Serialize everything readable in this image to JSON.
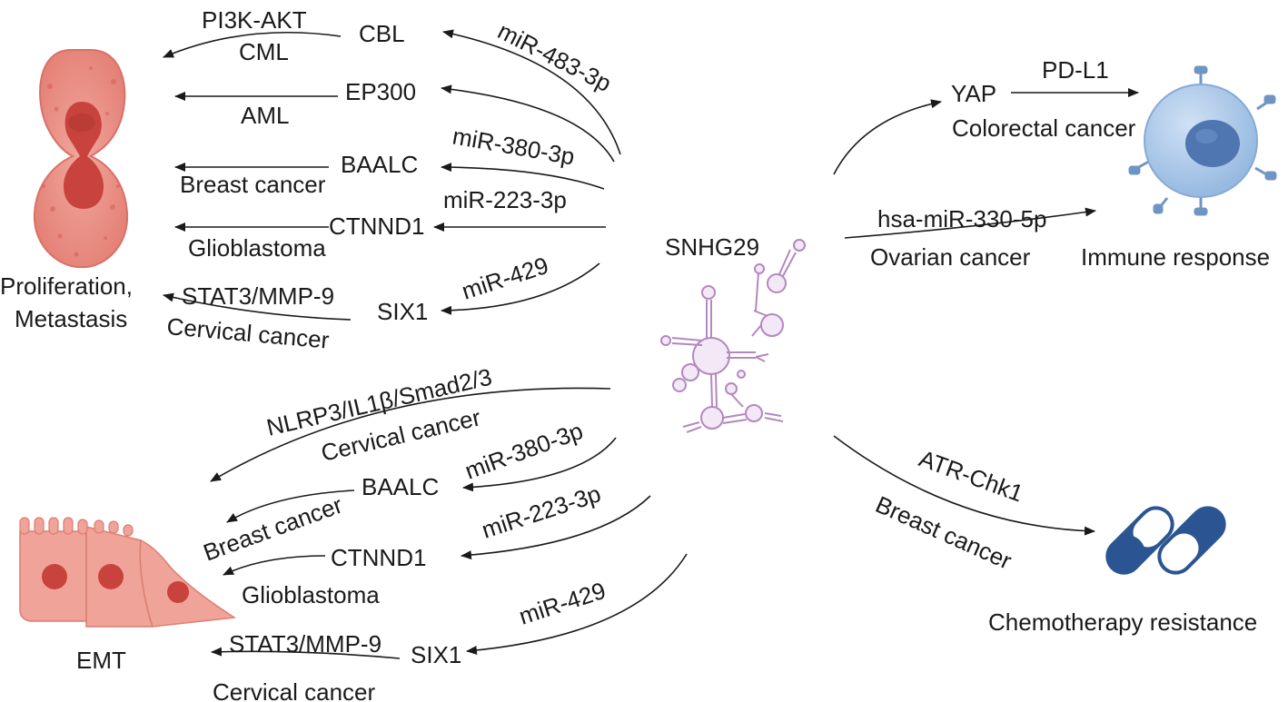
{
  "center": {
    "label": "SNHG29"
  },
  "outcomes": {
    "proliferation": "Proliferation,",
    "metastasis": "Metastasis",
    "emt": "EMT",
    "immune": "Immune response",
    "chemo": "Chemotherapy resistance"
  },
  "prolif_branch": {
    "cbl": {
      "gene": "CBL",
      "pathway": "PI3K-AKT",
      "cancer": "CML",
      "mirna": "miR-483-3p"
    },
    "ep300": {
      "gene": "EP300",
      "cancer": "AML"
    },
    "baalc": {
      "gene": "BAALC",
      "cancer": "Breast cancer",
      "mirna": "miR-380-3p"
    },
    "ctnnd1": {
      "gene": "CTNND1",
      "cancer": "Glioblastoma",
      "mirna": "miR-223-3p"
    },
    "six1": {
      "gene": "SIX1",
      "pathway": "STAT3/MMP-9",
      "cancer": "Cervical cancer",
      "mirna": "miR-429"
    }
  },
  "emt_branch": {
    "nlrp3": {
      "pathway": "NLRP3/IL1β/Smad2/3",
      "cancer": "Cervical cancer"
    },
    "baalc": {
      "gene": "BAALC",
      "cancer": "Breast cancer",
      "mirna": "miR-380-3p"
    },
    "ctnnd1": {
      "gene": "CTNND1",
      "cancer": "Glioblastoma",
      "mirna": "miR-223-3p"
    },
    "six1": {
      "gene": "SIX1",
      "pathway": "STAT3/MMP-9",
      "cancer": "Cervical cancer",
      "mirna": "miR-429"
    }
  },
  "immune_branch": {
    "yap": "YAP",
    "pdl1": "PD-L1",
    "colorectal": "Colorectal cancer",
    "mirna": "hsa-miR-330-5p",
    "ovarian": "Ovarian cancer"
  },
  "chemo_branch": {
    "pathway": "ATR-Chk1",
    "cancer": "Breast cancer"
  },
  "colors": {
    "cell_red": "#e8877c",
    "cell_nucleus": "#c8433d",
    "immune_cell": "#a9c8ea",
    "immune_nucleus": "#4f76b0",
    "pill": "#2a5592",
    "rna": "#b487c0"
  }
}
